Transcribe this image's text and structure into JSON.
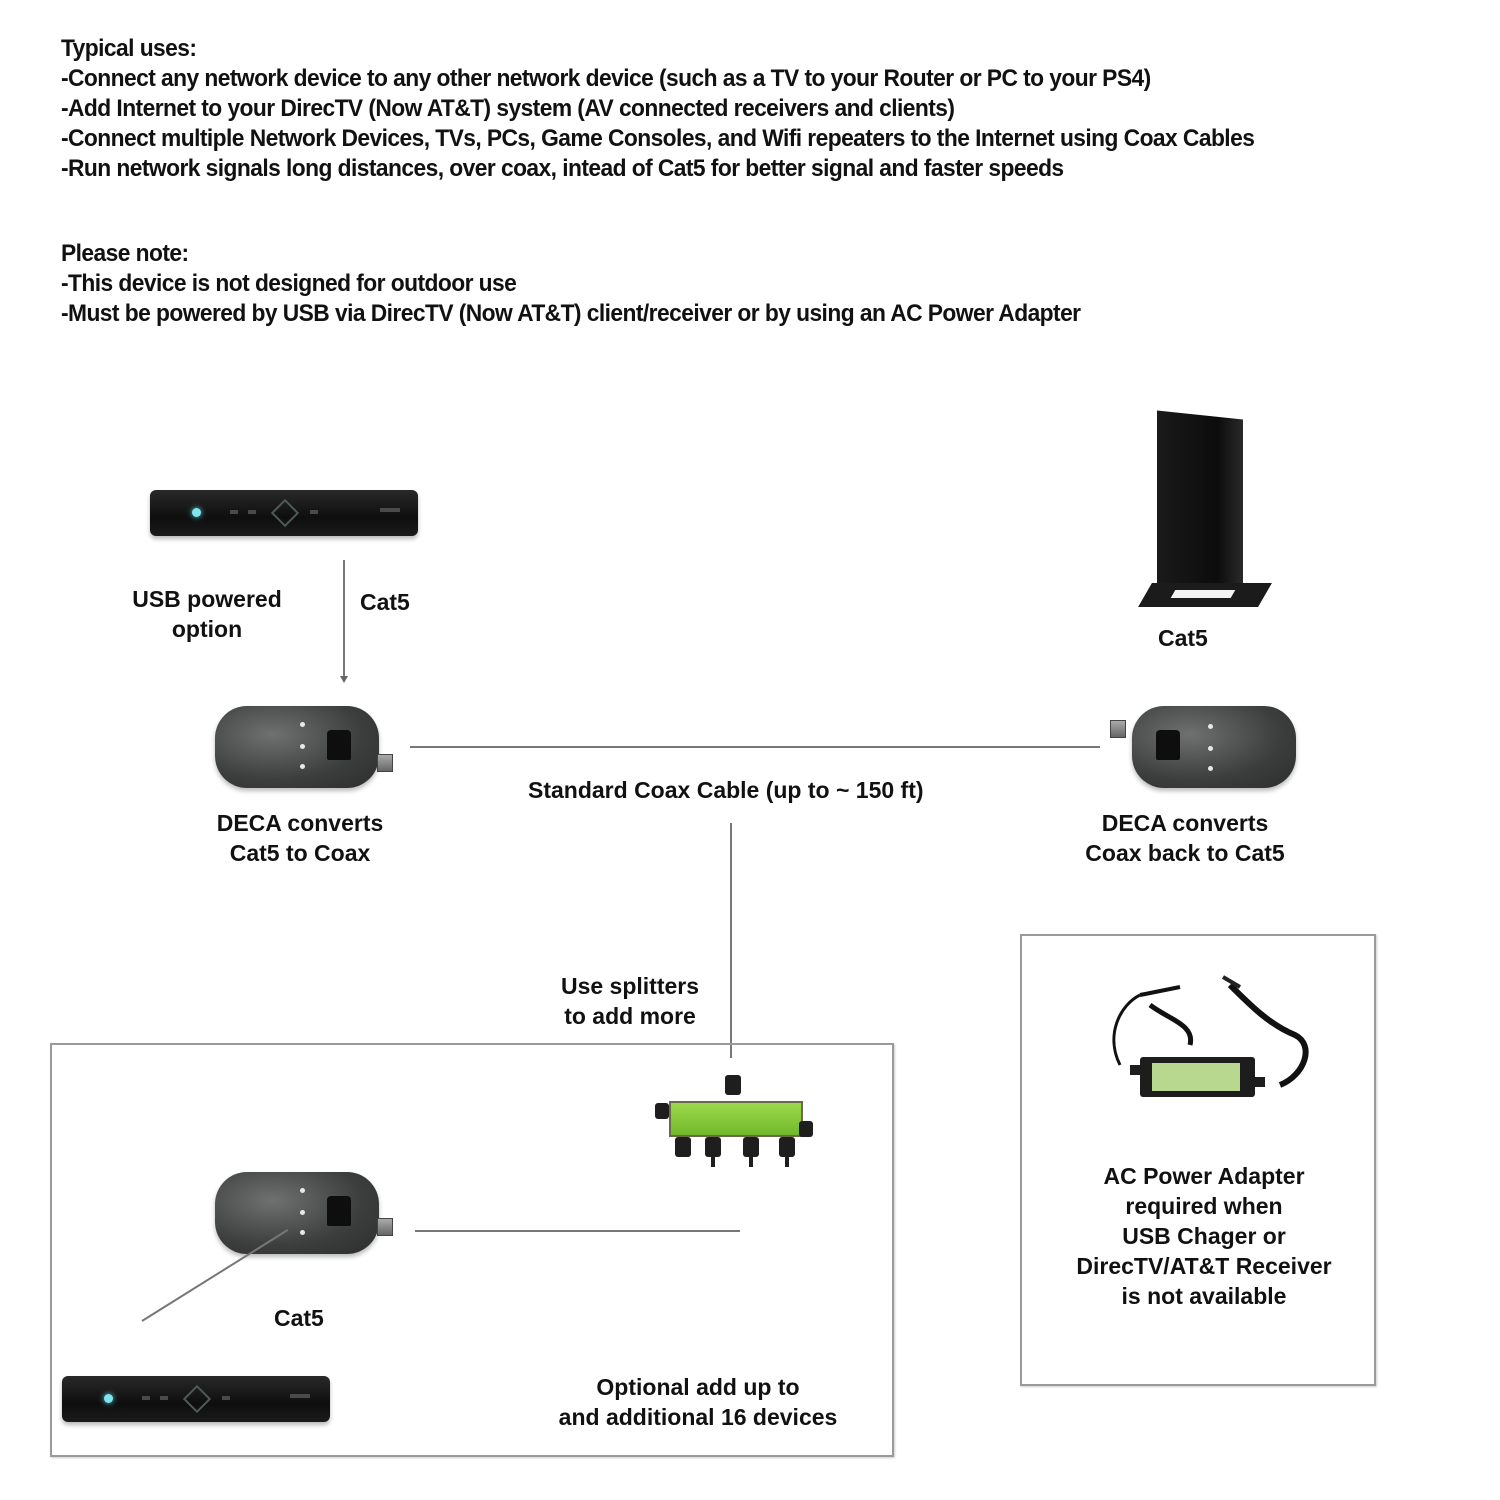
{
  "intro": {
    "typical_uses_heading": "Typical uses:",
    "typical_uses": [
      "-Connect any network device to any other network device (such as a TV to your Router or PC to your PS4)",
      "-Add Internet to your DirecTV (Now AT&T) system (AV connected receivers and clients)",
      "-Connect multiple Network Devices, TVs, PCs, Game Consoles, and Wifi repeaters to the Internet using Coax Cables",
      "-Run network signals long distances, over coax, intead of Cat5 for better signal and faster speeds"
    ],
    "note_heading": "Please note:",
    "notes": [
      "-This device is not designed for outdoor use",
      "-Must be powered by USB via DirecTV (Now AT&T) client/receiver or by using an AC Power Adapter"
    ]
  },
  "diagram": {
    "left_top": {
      "usb_label_line1": "USB powered",
      "usb_label_line2": "option",
      "cable_label": "Cat5",
      "deca_label_line1": "DECA converts",
      "deca_label_line2": "Cat5 to Coax"
    },
    "right_top": {
      "cable_label": "Cat5",
      "deca_label_line1": "DECA converts",
      "deca_label_line2": "Coax back to Cat5"
    },
    "coax": {
      "label": "Standard Coax Cable (up to ~ 150 ft)"
    },
    "splitter": {
      "label_line1": "Use splitters",
      "label_line2": "to add more"
    },
    "optional_box": {
      "cable_label": "Cat5",
      "label_line1": "Optional add up to",
      "label_line2": "and additional 16 devices"
    },
    "power_adapter_box": {
      "lines": [
        "AC Power Adapter",
        "required when",
        "USB Chager or",
        "DirecTV/AT&T Receiver",
        "is not available"
      ]
    }
  },
  "colors": {
    "text": "#111111",
    "line": "#777777",
    "box_border": "#9a9a9a",
    "splitter_green": "#8ccf3f",
    "receiver_led": "#7fe6f0"
  }
}
